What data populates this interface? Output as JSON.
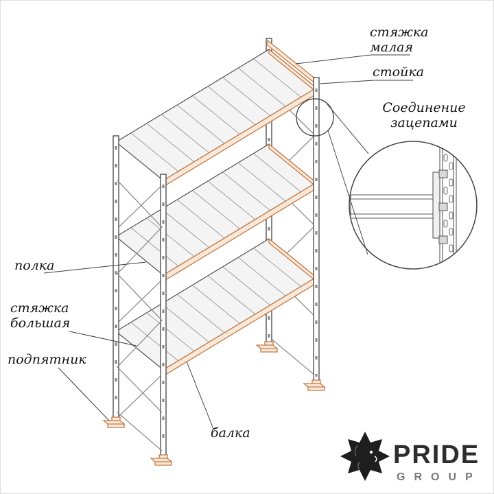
{
  "diagram": {
    "labels": {
      "tie_small_1": "стяжка",
      "tie_small_2": "малая",
      "post": "стойка",
      "connection_1": "Соединение",
      "connection_2": "зацепами",
      "shelf": "полка",
      "tie_large_1": "стяжка",
      "tie_large_2": "большая",
      "foot": "подпятник",
      "beam": "балка"
    }
  },
  "logo": {
    "brand": "PRIDE",
    "subtitle": "GROUP"
  },
  "colors": {
    "structure": "#4f4f4f",
    "hatch": "#9a9a9a",
    "beam_accent": "#c67a43",
    "label_text": "#141414",
    "logo_text": "#2d2d2d",
    "logo_subtext": "#787878",
    "background": "#ffffff"
  }
}
